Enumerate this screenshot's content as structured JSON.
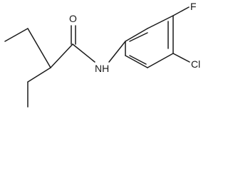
{
  "molecule": {
    "atoms": {
      "oxygen": "O",
      "amide_nh": "NH",
      "fluorine": "F",
      "chlorine": "Cl"
    }
  }
}
